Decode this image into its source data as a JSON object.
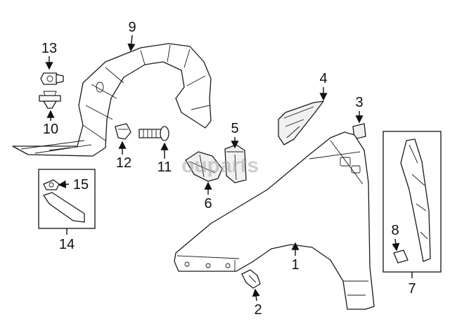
{
  "watermark": "ouparts",
  "callouts": {
    "c1": "1",
    "c2": "2",
    "c3": "3",
    "c4": "4",
    "c5": "5",
    "c6": "6",
    "c7": "7",
    "c8": "8",
    "c9": "9",
    "c10": "10",
    "c11": "11",
    "c12": "12",
    "c13": "13",
    "c14": "14",
    "c15": "15"
  }
}
